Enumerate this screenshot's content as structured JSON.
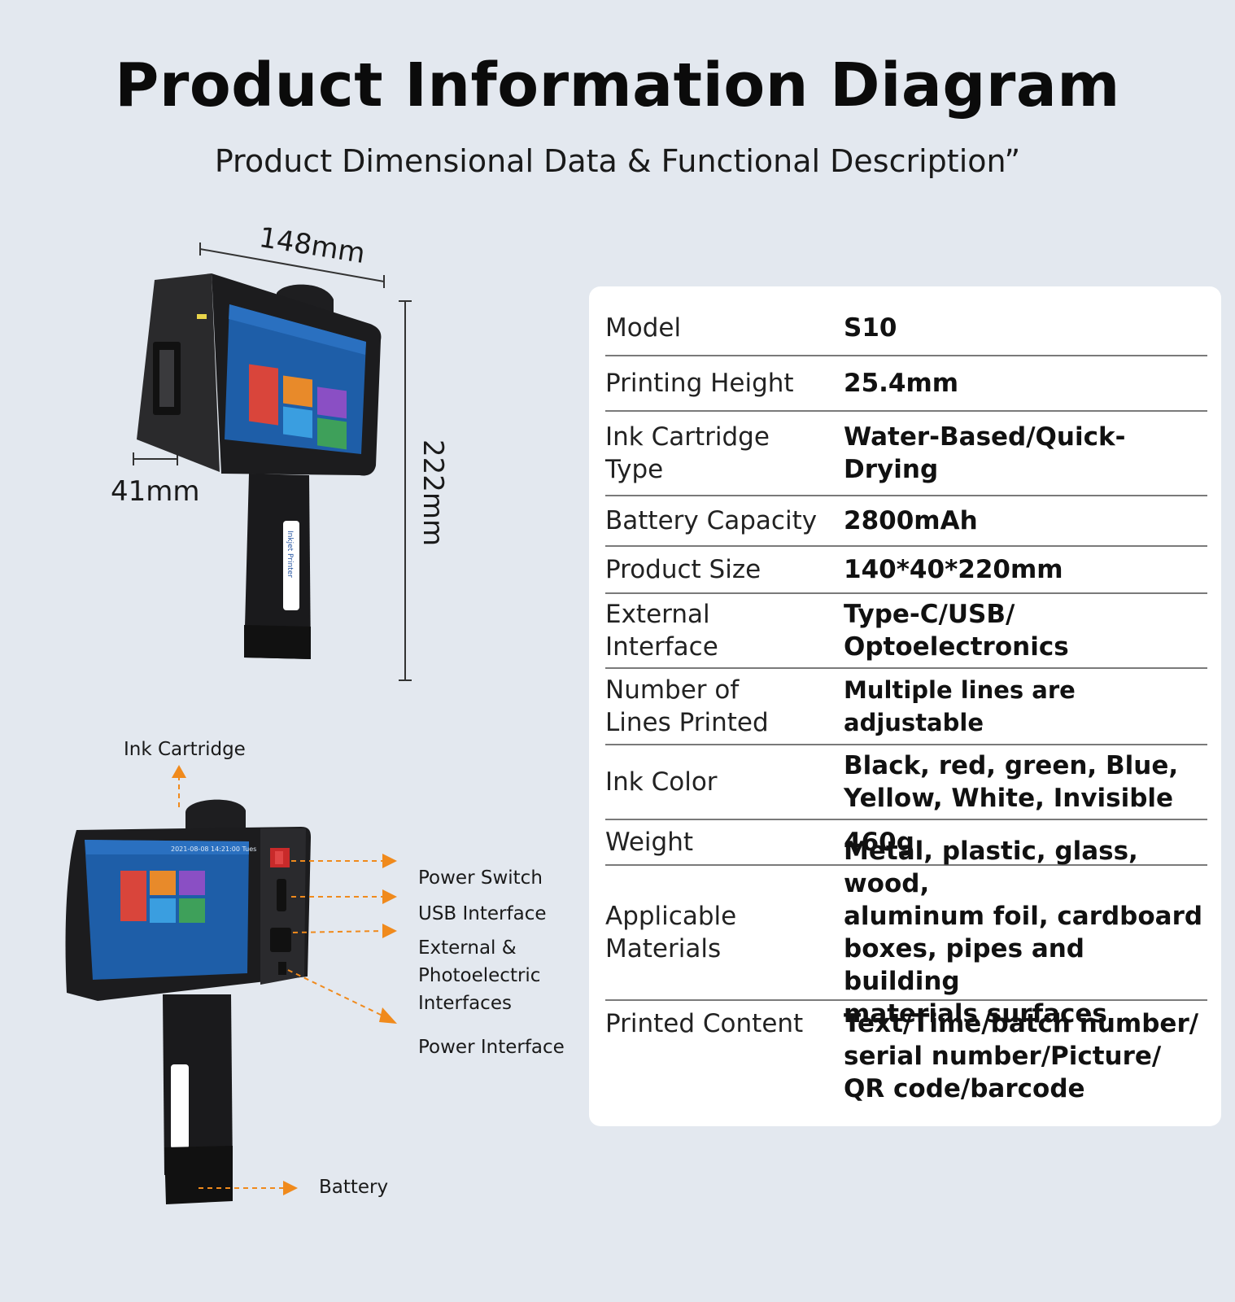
{
  "header": {
    "title": "Product Information Diagram",
    "subtitle": "Product Dimensional Data & Functional Description”"
  },
  "dimensions": {
    "width": "148mm",
    "depth": "41mm",
    "height": "222mm"
  },
  "device": {
    "label": "Inkjet Printer",
    "screen_time": "2021-08-08 14:21:00 Tues"
  },
  "callouts": {
    "ink_cartridge": "Ink Cartridge",
    "power_switch": "Power Switch",
    "usb_interface": "USB Interface",
    "external_interfaces": [
      "External &",
      "Photoelectric",
      "Interfaces"
    ],
    "power_interface": "Power Interface",
    "battery": "Battery"
  },
  "colors": {
    "background": "#e3e8ef",
    "arrow": "#f08a1c",
    "device_body": "#1c1c1e",
    "screen": "#1e5ea8"
  },
  "specs": [
    {
      "label": [
        "Model"
      ],
      "value": [
        "S10"
      ]
    },
    {
      "label": [
        "Printing Height"
      ],
      "value": [
        "25.4mm"
      ]
    },
    {
      "label": [
        "Ink Cartridge",
        "Type"
      ],
      "value": [
        "Water-Based/Quick-Drying"
      ]
    },
    {
      "label": [
        "Battery Capacity"
      ],
      "value": [
        "2800mAh"
      ]
    },
    {
      "label": [
        "Product Size"
      ],
      "value": [
        "140*40*220mm"
      ]
    },
    {
      "label": [
        "External",
        "Interface"
      ],
      "value": [
        "Type-C/USB/",
        "Optoelectronics"
      ]
    },
    {
      "label": [
        "Number of",
        "Lines Printed"
      ],
      "value": [
        "Multiple lines are adjustable"
      ]
    },
    {
      "label": [
        "Ink Color"
      ],
      "value": [
        "Black, red, green, Blue,",
        "Yellow, White, Invisible"
      ]
    },
    {
      "label": [
        "Weight"
      ],
      "value": [
        "460g"
      ]
    },
    {
      "label": [
        "Applicable",
        "Materials"
      ],
      "value": [
        "Metal, plastic, glass, wood,",
        "aluminum foil, cardboard",
        "boxes, pipes and building",
        "materials surfaces"
      ]
    },
    {
      "label": [
        "Printed Content"
      ],
      "value": [
        "Text/Time/batch number/",
        "serial number/Picture/",
        "QR code/barcode"
      ]
    }
  ]
}
